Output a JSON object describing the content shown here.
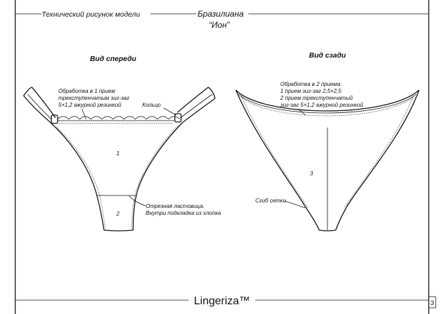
{
  "header": {
    "left_caption": "Технический рисунок модели",
    "model_type": "Бразилиана",
    "model_name": "“Ион”"
  },
  "views": {
    "front_title": "Вид спереди",
    "back_title": "Вид сзади"
  },
  "front_notes": {
    "finish_line1": "Обработка в 1 прием",
    "finish_line2": "трехступенчатым зиг-заг",
    "finish_line3": "5×1,2 ажурной резинкой",
    "ring": "Кольцо",
    "gusset_line1": "Отрезная ластовица.",
    "gusset_line2": "Внутри подкладка из хлопка",
    "part1": "1",
    "part2": "2"
  },
  "back_notes": {
    "finish_line1": "Обработка в 2 приема:",
    "finish_line2": "1 прием зиг-заг 2,5×2,5",
    "finish_line3": "2 прием трехступенчатый",
    "finish_line4": "зиг-заг 5×1,2 ажурной резинкой",
    "mesh_fold": "Сгиб сетки",
    "part3": "3"
  },
  "footer": {
    "brand": "Lingeriza™",
    "page_number": "3"
  }
}
